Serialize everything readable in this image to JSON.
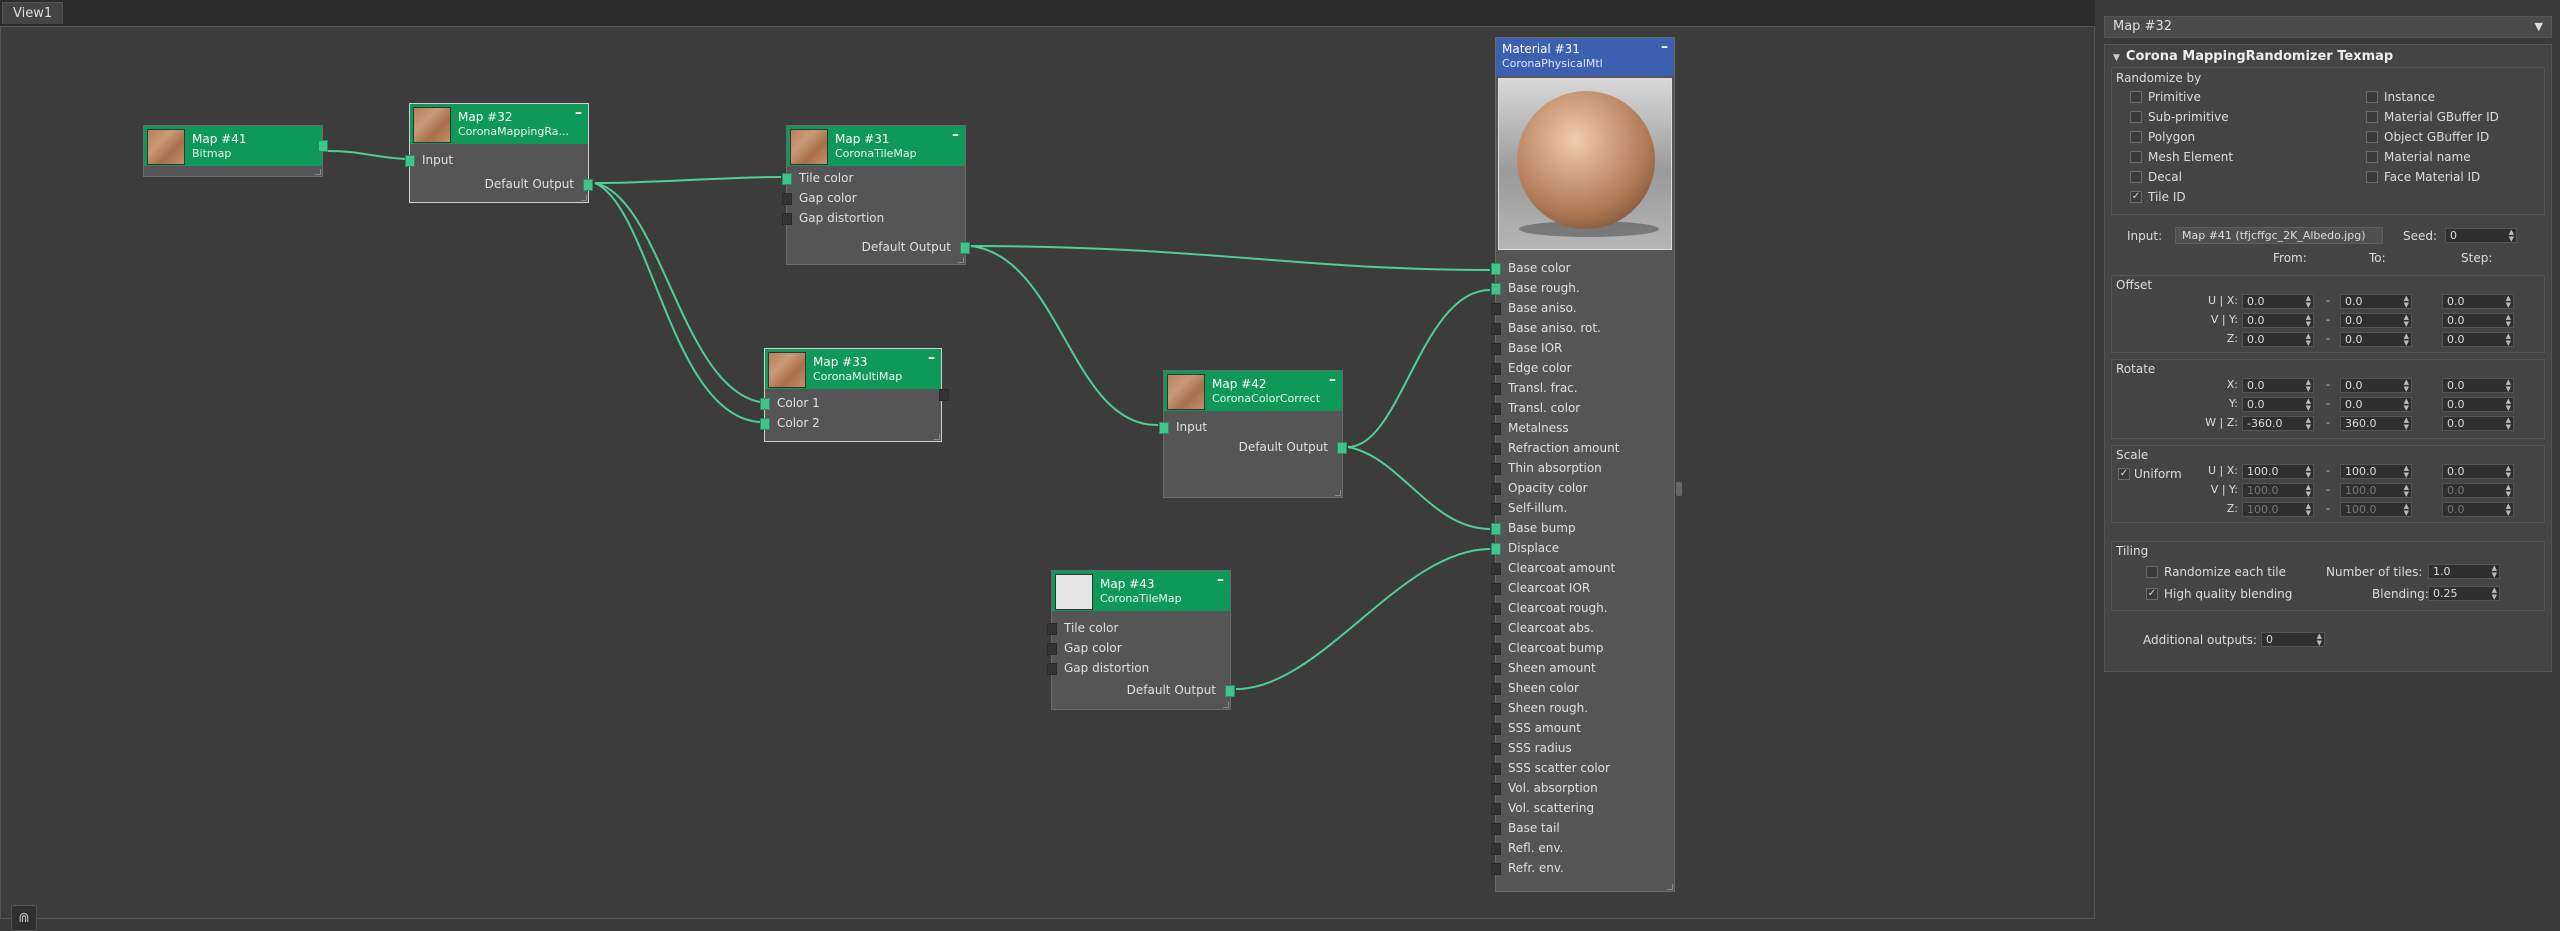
{
  "view_tab": "View1",
  "nodes": {
    "map41": {
      "title": "Map #41",
      "type": "Bitmap"
    },
    "map32": {
      "title": "Map #32",
      "type": "CoronaMappingRa...",
      "in": "Input",
      "out": "Default Output"
    },
    "map31": {
      "title": "Map #31",
      "type": "CoronaTileMap",
      "in": [
        "Tile color",
        "Gap color",
        "Gap distortion"
      ],
      "out": "Default Output"
    },
    "map33": {
      "title": "Map #33",
      "type": "CoronaMultiMap",
      "in": [
        "Color 1",
        "Color 2"
      ]
    },
    "map42": {
      "title": "Map #42",
      "type": "CoronaColorCorrect",
      "in": "Input",
      "out": "Default Output"
    },
    "map43": {
      "title": "Map #43",
      "type": "CoronaTileMap",
      "in": [
        "Tile color",
        "Gap color",
        "Gap distortion"
      ],
      "out": "Default Output"
    },
    "mat31": {
      "title": "Material #31",
      "type": "CoronaPhysicalMtl",
      "inputs": [
        "Base color",
        "Base rough.",
        "Base aniso.",
        "Base aniso. rot.",
        "Base IOR",
        "Edge color",
        "Transl. frac.",
        "Transl. color",
        "Metalness",
        "Refraction amount",
        "Thin absorption",
        "Opacity color",
        "Self-illum.",
        "Base bump",
        "Displace",
        "Clearcoat amount",
        "Clearcoat IOR",
        "Clearcoat rough.",
        "Clearcoat abs.",
        "Clearcoat bump",
        "Sheen amount",
        "Sheen color",
        "Sheen rough.",
        "SSS amount",
        "SSS radius",
        "SSS scatter color",
        "Vol. absorption",
        "Vol. scattering",
        "Base tail",
        "Refl. env.",
        "Refr. env."
      ]
    }
  },
  "panel": {
    "selector": "Map #32",
    "rollup_title": "Corona MappingRandomizer Texmap",
    "randomize_by": "Randomize by",
    "left_options": [
      "Primitive",
      "Sub-primitive",
      "Polygon",
      "Mesh Element",
      "Decal",
      "Tile ID"
    ],
    "right_options": [
      "Instance",
      "Material GBuffer ID",
      "Object GBuffer ID",
      "Material name",
      "Face Material ID"
    ],
    "input_label": "Input:",
    "input_value": "Map #41 (tfjcffgc_2K_Albedo.jpg)",
    "seed_label": "Seed:",
    "seed_value": "0",
    "from": "From:",
    "to": "To:",
    "step": "Step:",
    "offset": "Offset",
    "offset_rows": [
      {
        "label": "U | X:",
        "from": "0.0",
        "to": "0.0",
        "step": "0.0"
      },
      {
        "label": "V | Y:",
        "from": "0.0",
        "to": "0.0",
        "step": "0.0"
      },
      {
        "label": "Z:",
        "from": "0.0",
        "to": "0.0",
        "step": "0.0"
      }
    ],
    "rotate": "Rotate",
    "rotate_rows": [
      {
        "label": "X:",
        "from": "0.0",
        "to": "0.0",
        "step": "0.0"
      },
      {
        "label": "Y:",
        "from": "0.0",
        "to": "0.0",
        "step": "0.0"
      },
      {
        "label": "W | Z:",
        "from": "-360.0",
        "to": "360.0",
        "step": "0.0"
      }
    ],
    "scale": "Scale",
    "uniform": "Uniform",
    "scale_rows": [
      {
        "label": "U | X:",
        "from": "100.0",
        "to": "100.0",
        "step": "0.0"
      },
      {
        "label": "V | Y:",
        "from": "100.0",
        "to": "100.0",
        "step": "0.0"
      },
      {
        "label": "Z:",
        "from": "100.0",
        "to": "100.0",
        "step": "0.0"
      }
    ],
    "tiling": "Tiling",
    "randomize_each_tile": "Randomize each tile",
    "high_quality_blending": "High quality blending",
    "number_of_tiles_label": "Number of tiles:",
    "number_of_tiles": "1.0",
    "blending_label": "Blending:",
    "blending": "0.25",
    "additional_outputs_label": "Additional outputs:",
    "additional_outputs": "0"
  }
}
